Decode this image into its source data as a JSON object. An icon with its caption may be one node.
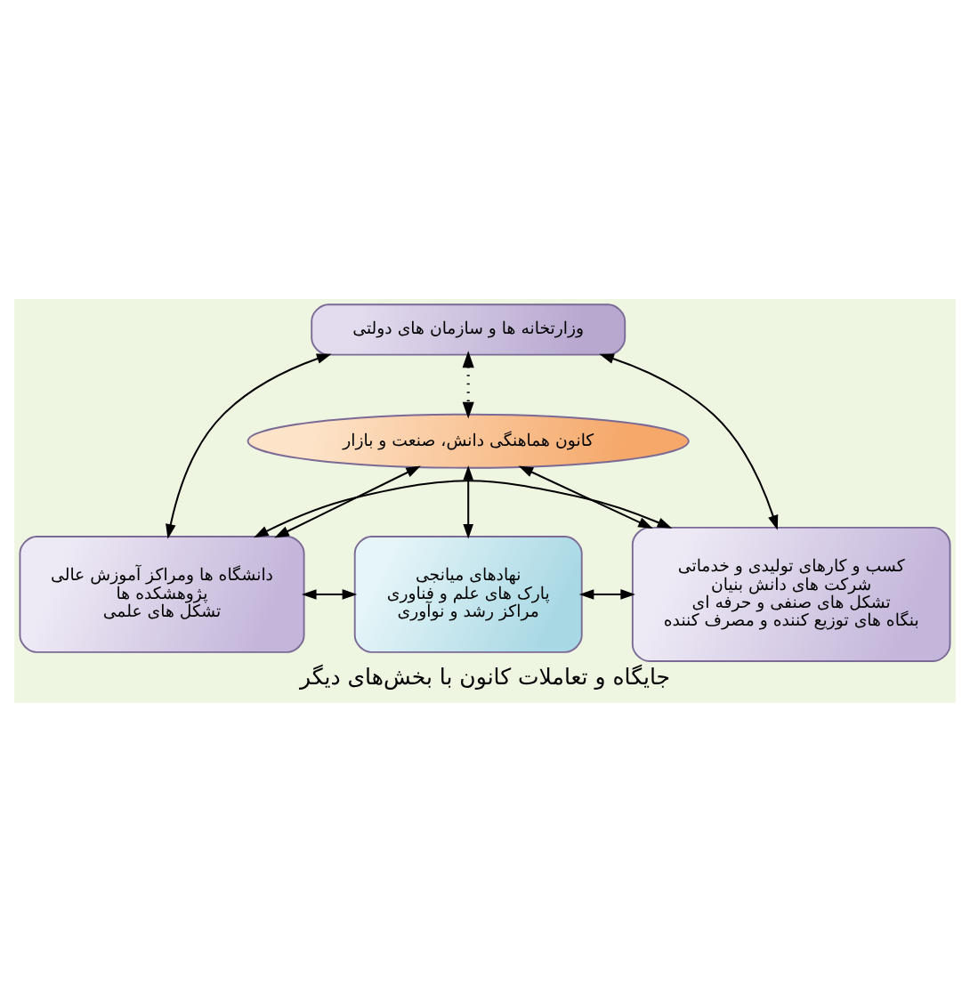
{
  "diagram": {
    "caption": "جایگاه و تعاملات کانون با بخش‌های دیگر",
    "nodes": [
      {
        "text": [
          "وزارتخانه ها و سازمان های دولتی"
        ]
      },
      {
        "text": [
          "کانون هماهنگی دانش، صنعت و بازار"
        ]
      },
      {
        "text": [
          "دانشگاه ها ومراکز آموزش عالی",
          "پژوهشکده ها",
          "تشکل های علمی"
        ]
      },
      {
        "text": [
          "نهادهای میانجی",
          "پارک های علم و فناوری",
          "مراکز رشد و نوآوری"
        ]
      },
      {
        "text": [
          "کسب و کارهای تولیدی و خدماتی",
          "شرکت های دانش بنیان",
          "تشکل های صنفی و حرفه ای",
          "بنگاه های توزیع کننده و مصرف کننده"
        ]
      }
    ],
    "edges": [
      {
        "from": 0,
        "to": 1,
        "arrow": "both",
        "style": "dashed"
      },
      {
        "from": 0,
        "to": 2,
        "arrow": "both"
      },
      {
        "from": 0,
        "to": 4,
        "arrow": "both"
      },
      {
        "from": 1,
        "to": 2,
        "arrow": "both"
      },
      {
        "from": 1,
        "to": 3,
        "arrow": "both"
      },
      {
        "from": 1,
        "to": 4,
        "arrow": "both"
      },
      {
        "from": 2,
        "to": 3,
        "arrow": "both"
      },
      {
        "from": 3,
        "to": 4,
        "arrow": "both"
      },
      {
        "from": 2,
        "to": 4,
        "arrow": "both"
      }
    ]
  }
}
